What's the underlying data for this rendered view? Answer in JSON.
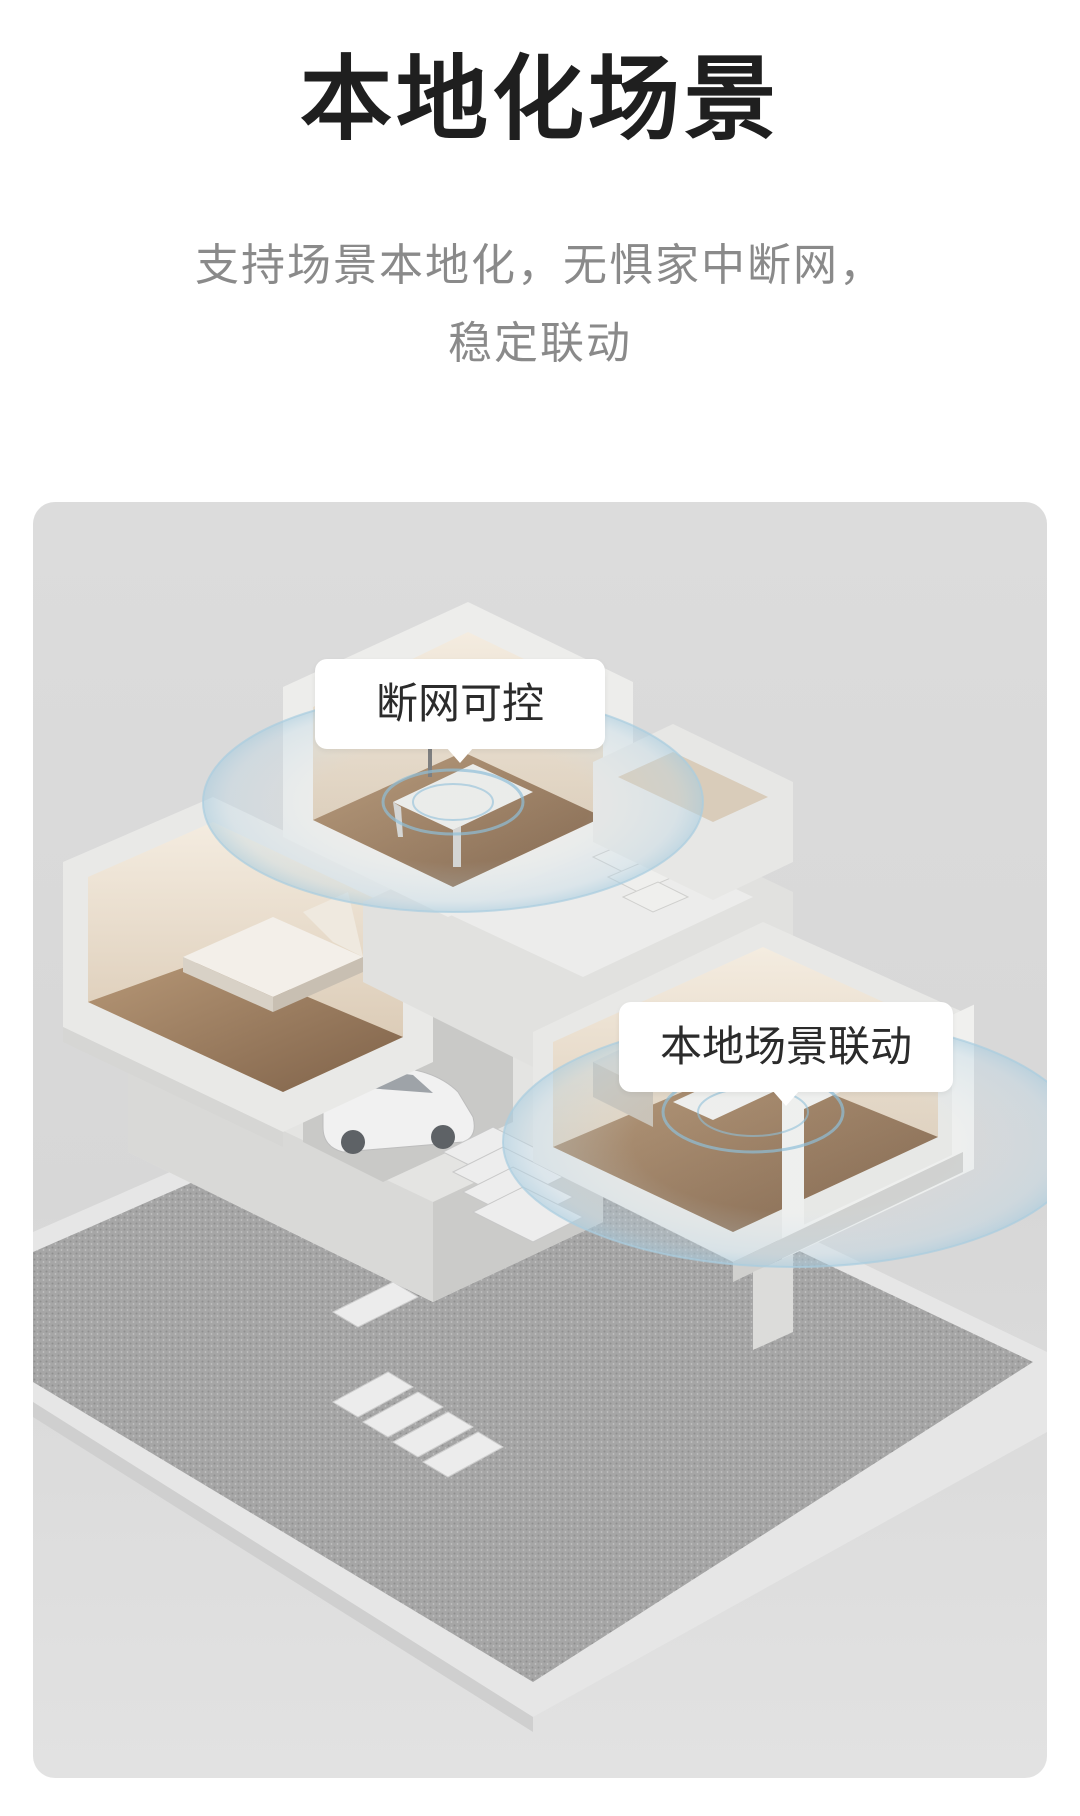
{
  "header": {
    "title": "本地化场景",
    "subtitle_line1": "支持场景本地化，无惧家中断网，",
    "subtitle_line2": "稳定联动"
  },
  "scene": {
    "callout_top": "断网可控",
    "callout_bottom": "本地场景联动"
  },
  "colors": {
    "title": "#1f1f1f",
    "subtitle": "#8a8a8a",
    "scene_background": "#dcdcdc",
    "wall": "#e9e9e7",
    "floor_wood": "#9a7e63",
    "gravel": "#a9a9a9",
    "signal_ring": "#b9d6e6"
  }
}
